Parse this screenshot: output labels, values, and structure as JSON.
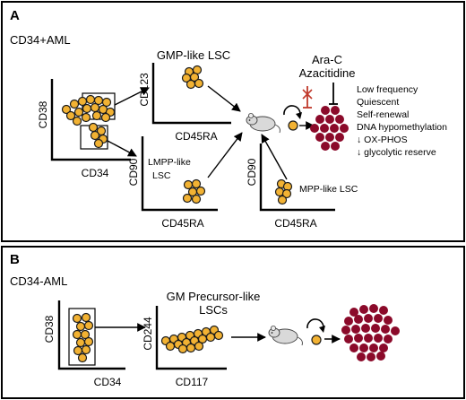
{
  "panel_a": {
    "letter": "A",
    "subtitle": "CD34+AML",
    "plot_main": {
      "x_label": "CD34",
      "y_label": "CD38"
    },
    "plot_gmp": {
      "x_label": "CD45RA",
      "y_label": "CD123",
      "title": "GMP-like LSC"
    },
    "plot_lmpp": {
      "x_label": "CD45RA",
      "y_label": "CD90",
      "title_line1": "LMPP-like",
      "title_line2": "LSC"
    },
    "plot_mpp": {
      "x_label": "CD45RA",
      "y_label": "CD90",
      "title": "MPP-like LSC"
    },
    "drugs": [
      "Ara-C",
      "Azacitidine"
    ],
    "properties": [
      "Low frequency",
      "Quiescent",
      "Self-renewal",
      "DNA hypomethylation",
      "↓ OX-PHOS",
      "↓ glycolytic reserve"
    ]
  },
  "panel_b": {
    "letter": "B",
    "subtitle": "CD34-AML",
    "plot_main": {
      "x_label": "CD34",
      "y_label": "CD38"
    },
    "plot_gm": {
      "x_label": "CD117",
      "y_label": "CD244",
      "title_line1": "GM Precursor-like",
      "title_line2": "LSCs"
    }
  },
  "colors": {
    "cell_fill": "#f2b233",
    "cell_stroke": "#1a1a1a",
    "leukemia_fill": "#8b0a2a",
    "border": "#000000",
    "inhibit_mark": "#c0392b",
    "mouse_body": "#d9d9d9"
  }
}
